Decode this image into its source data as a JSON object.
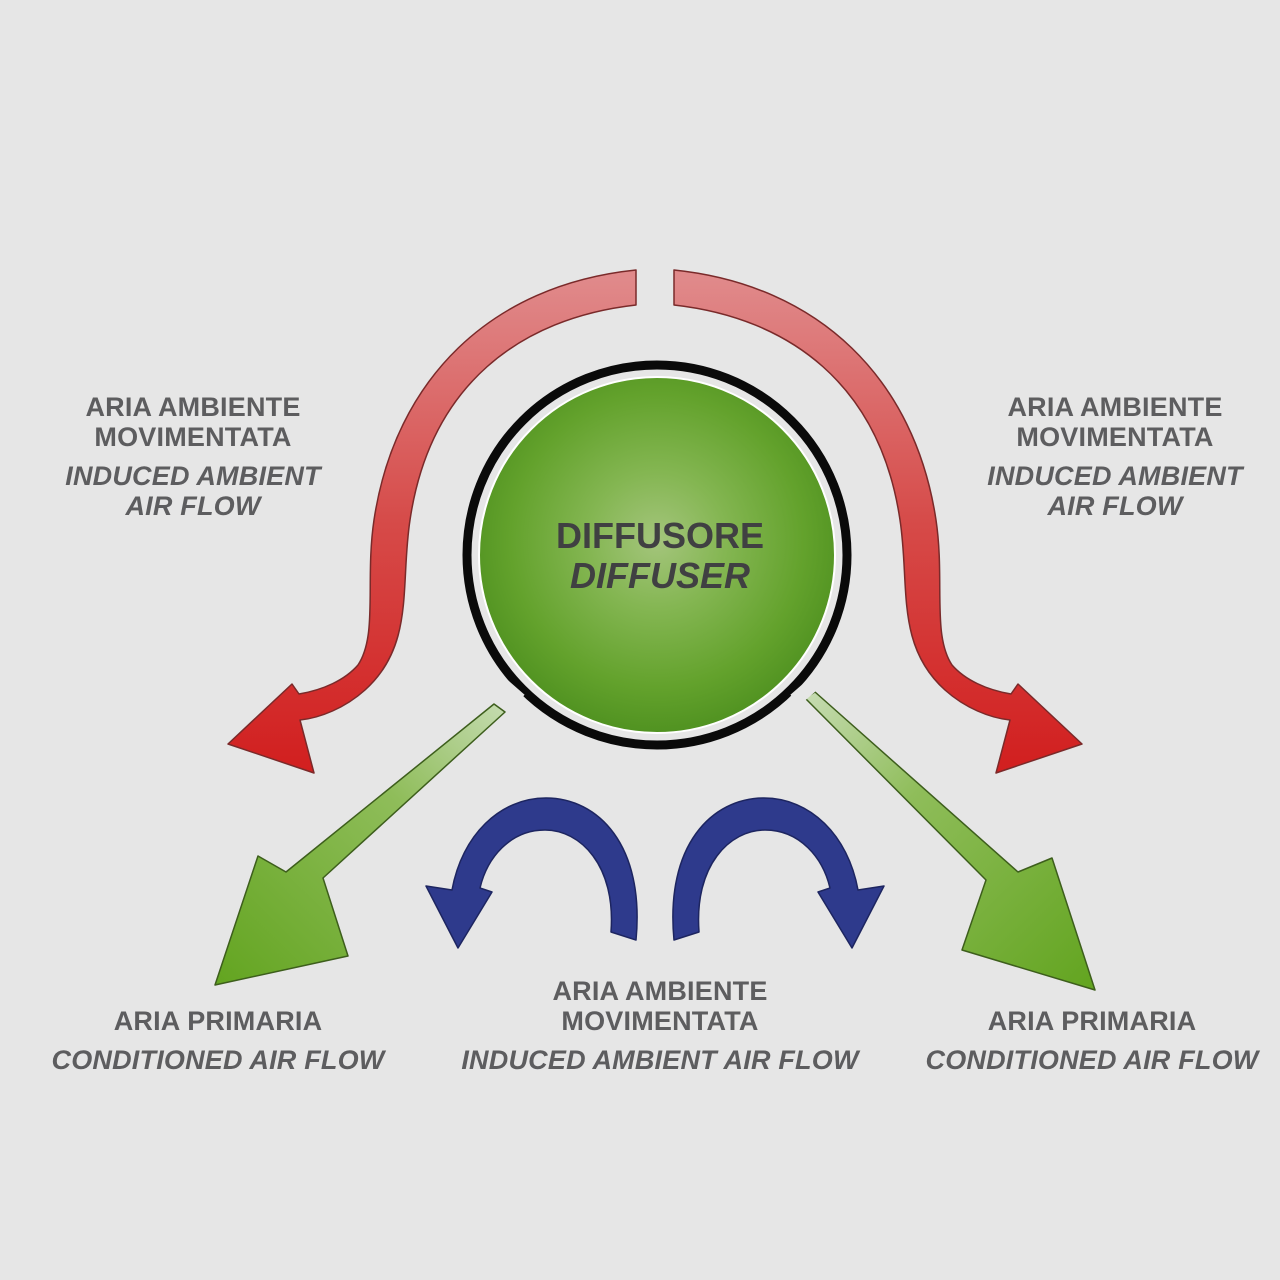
{
  "diagram": {
    "center": {
      "title_it": "DIFFUSORE",
      "title_en": "DIFFUSER"
    },
    "upper_left": {
      "line1": "ARIA AMBIENTE",
      "line2": "MOVIMENTATA",
      "line3": "INDUCED AMBIENT",
      "line4": "AIR FLOW"
    },
    "upper_right": {
      "line1": "ARIA AMBIENTE",
      "line2": "MOVIMENTATA",
      "line3": "INDUCED AMBIENT",
      "line4": "AIR FLOW"
    },
    "bottom_left": {
      "line1": "ARIA PRIMARIA",
      "line2": "CONDITIONED AIR FLOW"
    },
    "bottom_center": {
      "line1": "ARIA AMBIENTE",
      "line2": "MOVIMENTATA",
      "line3": "INDUCED AMBIENT AIR FLOW"
    },
    "bottom_right": {
      "line1": "ARIA PRIMARIA",
      "line2": "CONDITIONED AIR FLOW"
    }
  },
  "colors": {
    "background": "#e6e6e6",
    "diffuser_green": "#5fa02a",
    "primary_air_green": "#6aa82c",
    "induced_air_red": "#d42a26",
    "induced_air_blue": "#2e3a8c",
    "ring": "#000000",
    "text": "#5d5d5f"
  },
  "icons": {
    "red_arrows": "curved-arrow",
    "green_arrows": "straight-arrow",
    "blue_arrows": "circular-arrow"
  }
}
